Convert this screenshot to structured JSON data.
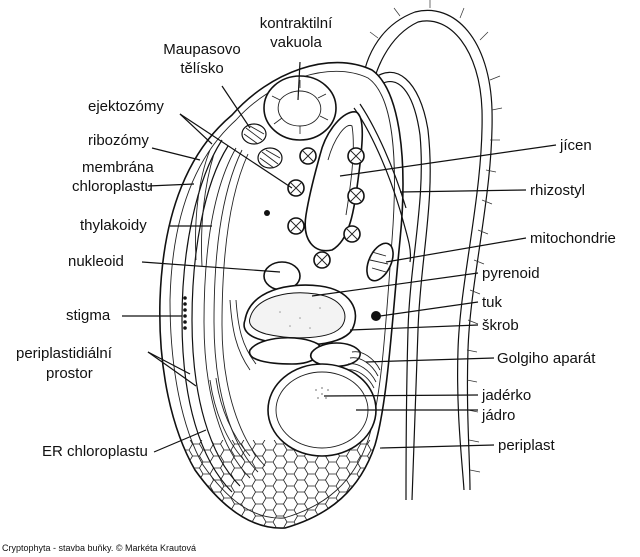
{
  "labels": {
    "kontraktilni_vakuola": [
      "kontraktilní",
      "vakuola"
    ],
    "maupasovo_telisko": [
      "Maupasovo",
      "tělísko"
    ],
    "ejektozomy": "ejektozómy",
    "ribozomy": "ribozómy",
    "membrana_chloroplastu": [
      "membrána",
      "chloroplastu"
    ],
    "thylakoidy": "thylakoidy",
    "nukleoid": "nukleoid",
    "stigma": "stigma",
    "periplastidialni_prostor": [
      "periplastidiální",
      "prostor"
    ],
    "er_chloroplastu": "ER chloroplastu",
    "jicen": "jícen",
    "rhizostyl": "rhizostyl",
    "mitochondrie": "mitochondrie",
    "pyrenoid": "pyrenoid",
    "tuk": "tuk",
    "skrob": "škrob",
    "golgiho_aparat": "Golgiho aparát",
    "jaderko": "jadérko",
    "jadro": "jádro",
    "periplast": "periplast"
  },
  "caption": "Cryptophyta - stavba buňky. © Markéta Krautová"
}
